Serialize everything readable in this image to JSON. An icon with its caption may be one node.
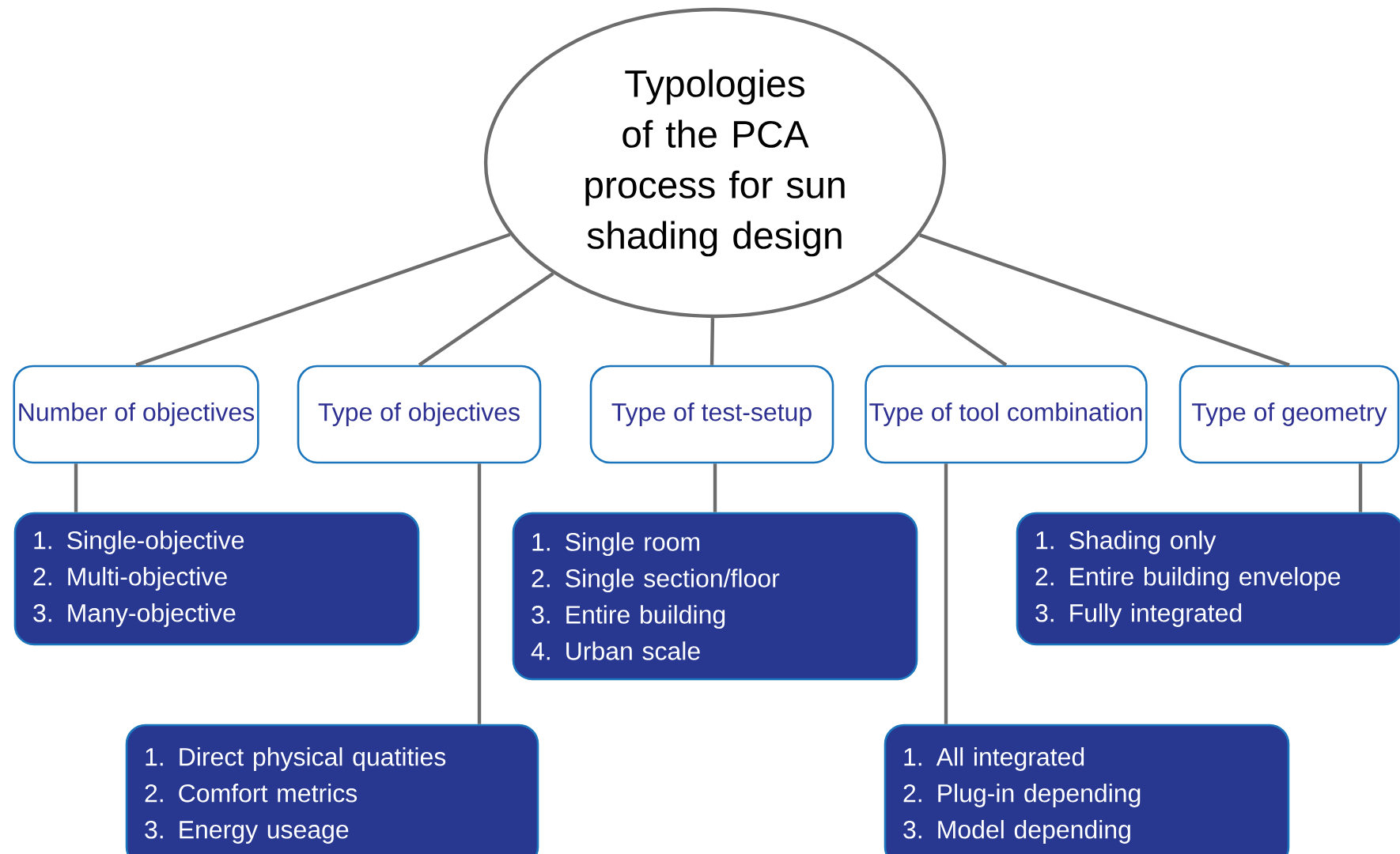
{
  "diagram": {
    "nodes": [
      {
        "text": [
          "Typologies of the PCA process for sun shading design"
        ]
      },
      {
        "text": [
          "Number of objectives"
        ]
      },
      {
        "text": [
          "Type of objectives"
        ]
      },
      {
        "text": [
          "Type of test-setup"
        ]
      },
      {
        "text": [
          "Type of tool combination"
        ]
      },
      {
        "text": [
          "Type of geometry"
        ]
      },
      {
        "text": [
          "1. Single-objective",
          "2. Multi-objective",
          "3. Many-objective"
        ]
      },
      {
        "text": [
          "1. Single room",
          "2. Single section/floor",
          "3. Entire building",
          "4. Urban scale"
        ]
      },
      {
        "text": [
          "1. Shading only",
          "2. Entire building envelope",
          "3. Fully integrated"
        ]
      },
      {
        "text": [
          "1. Direct physical quatities",
          "2. Comfort metrics",
          "3. Energy useage"
        ]
      },
      {
        "text": [
          "1. All integrated",
          "2. Plug-in depending",
          "3. Model depending"
        ]
      }
    ],
    "edges": [
      {
        "from": 0,
        "to": 1,
        "arrow": "none"
      },
      {
        "from": 0,
        "to": 2,
        "arrow": "none"
      },
      {
        "from": 0,
        "to": 3,
        "arrow": "none"
      },
      {
        "from": 0,
        "to": 4,
        "arrow": "none"
      },
      {
        "from": 0,
        "to": 5,
        "arrow": "none"
      },
      {
        "from": 1,
        "to": 6,
        "arrow": "none"
      },
      {
        "from": 2,
        "to": 9,
        "arrow": "none"
      },
      {
        "from": 3,
        "to": 7,
        "arrow": "none"
      },
      {
        "from": 4,
        "to": 10,
        "arrow": "none"
      },
      {
        "from": 5,
        "to": 8,
        "arrow": "none"
      }
    ]
  }
}
